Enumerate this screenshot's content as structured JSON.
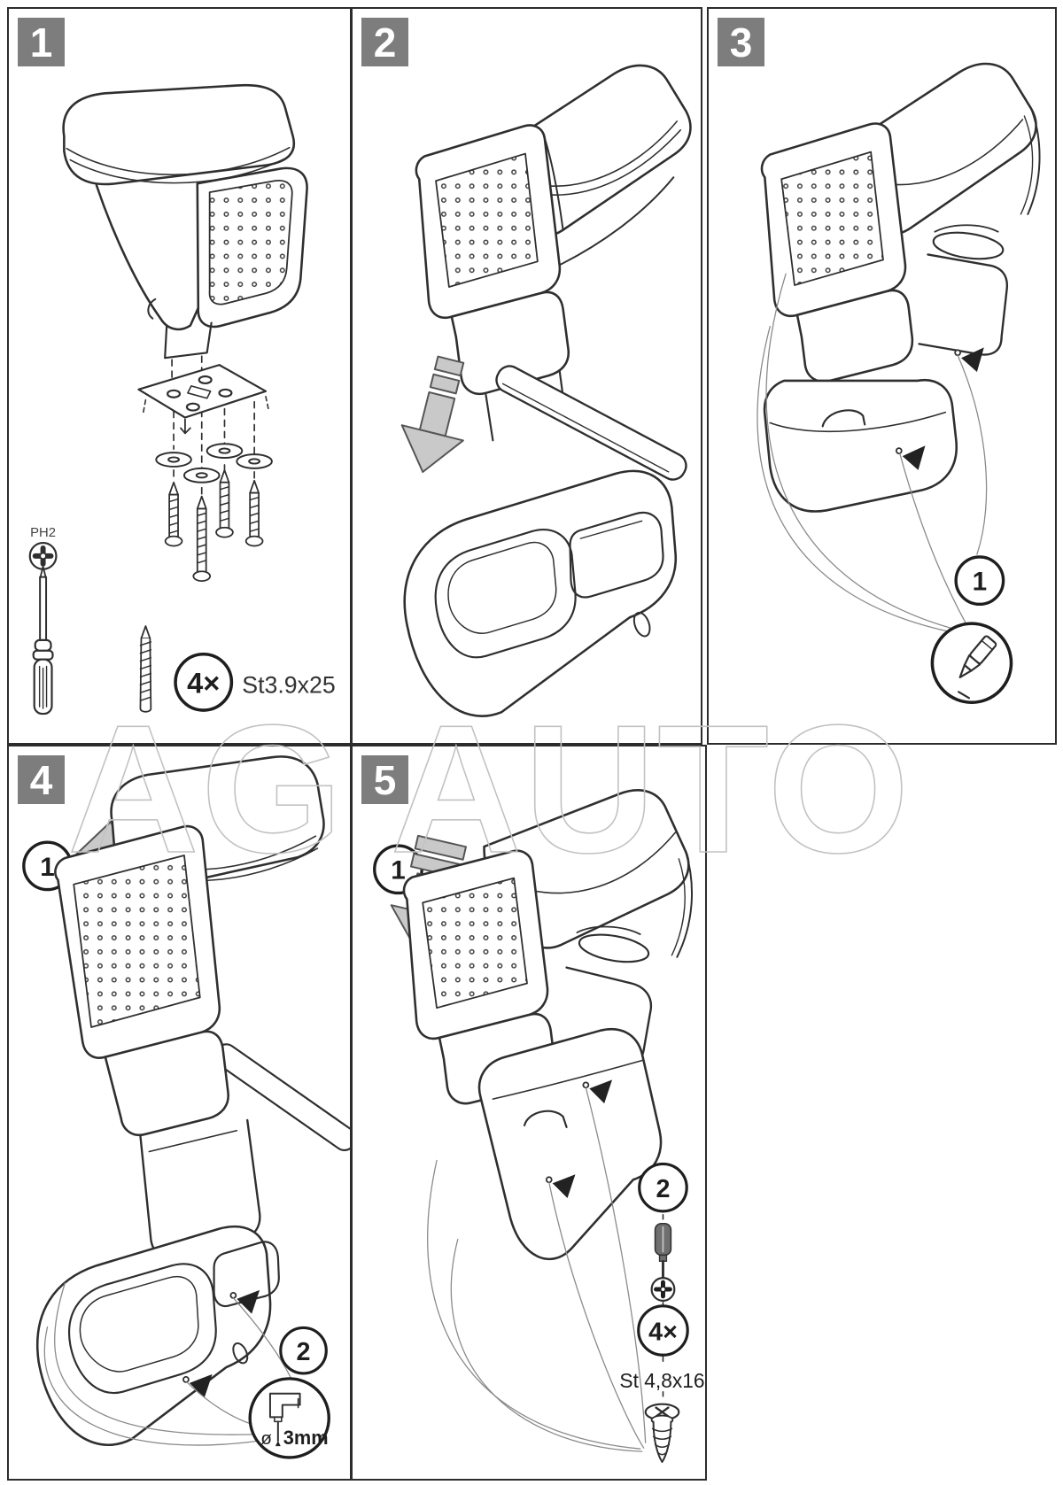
{
  "watermark": "AG AUTO",
  "colors": {
    "line": "#2f2f2f",
    "badge_bg": "#7d7d7d",
    "badge_text": "#ffffff",
    "arrow_fill": "#c9c9c9",
    "watermark_stroke": "#c2c2c2"
  },
  "panels": {
    "p1": {
      "number": "1",
      "bit_label": "PH2",
      "qty": "4×",
      "screw_spec": "St3.9x25"
    },
    "p2": {
      "number": "2"
    },
    "p3": {
      "number": "3",
      "callout_mark": "1"
    },
    "p4": {
      "number": "4",
      "callout_release": "1",
      "callout_drill": "2",
      "drill_symbol": "ø",
      "drill_size": "3mm"
    },
    "p5": {
      "number": "5",
      "callout_attach": "1",
      "callout_screw": "2",
      "qty": "4×",
      "screw_spec": "St 4,8x16"
    }
  }
}
